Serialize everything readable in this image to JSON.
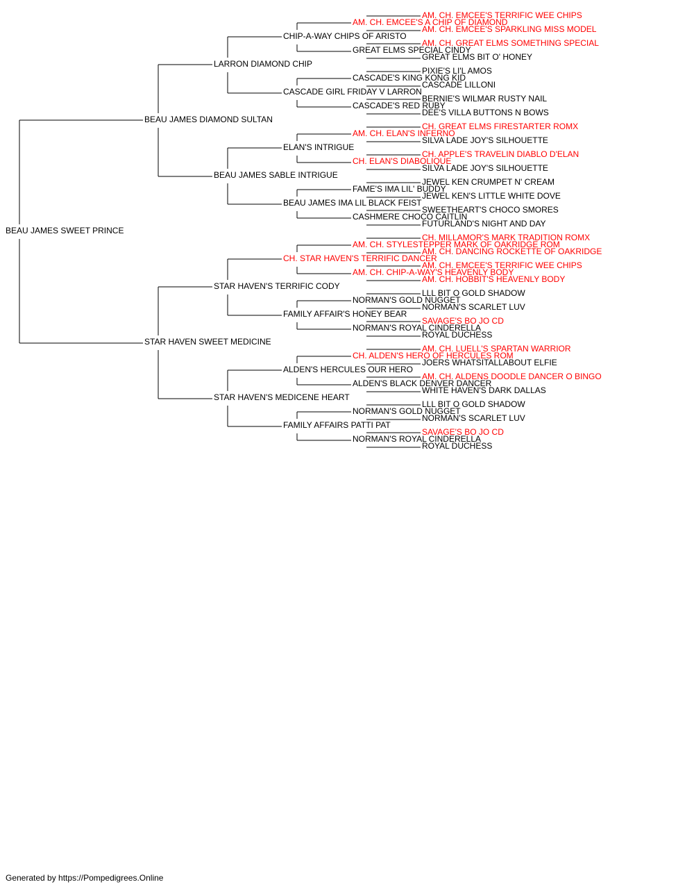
{
  "colors": {
    "champion": "#ff0000",
    "normal": "#000000",
    "line": "#000000"
  },
  "pedigree": {
    "name": "BEAU JAMES SWEET PRINCE",
    "champion": false,
    "sire": {
      "name": "BEAU JAMES DIAMOND SULTAN",
      "champion": false,
      "sire": {
        "name": "LARRON DIAMOND CHIP",
        "champion": false,
        "sire": {
          "name": "CHIP-A-WAY CHIPS OF ARISTO",
          "champion": false,
          "sire": {
            "name": "AM. CH. EMCEE'S A CHIP OF DIAMOND",
            "champion": true,
            "sire": {
              "name": "AM. CH. EMCEE'S TERRIFIC WEE CHIPS",
              "champion": true
            },
            "dam": {
              "name": "AM. CH. EMCEE'S SPARKLING MISS MODEL",
              "champion": true
            }
          },
          "dam": {
            "name": "GREAT ELMS SPECIAL CINDY",
            "champion": false,
            "sire": {
              "name": "AM. CH. GREAT ELMS SOMETHING SPECIAL",
              "champion": true
            },
            "dam": {
              "name": "GREAT ELMS BIT O' HONEY",
              "champion": false
            }
          }
        },
        "dam": {
          "name": "CASCADE GIRL FRIDAY V LARRON",
          "champion": false,
          "sire": {
            "name": "CASCADE'S KING KONG KID",
            "champion": false,
            "sire": {
              "name": "PIXIE'S LI'L AMOS",
              "champion": false
            },
            "dam": {
              "name": "CASCADE LILLONI",
              "champion": false
            }
          },
          "dam": {
            "name": "CASCADE'S RED RUBY",
            "champion": false,
            "sire": {
              "name": "BERNIE'S WILMAR RUSTY NAIL",
              "champion": false
            },
            "dam": {
              "name": "DEE'S VILLA BUTTONS N BOWS",
              "champion": false
            }
          }
        }
      },
      "dam": {
        "name": "BEAU JAMES SABLE INTRIGUE",
        "champion": false,
        "sire": {
          "name": "ELAN'S INTRIGUE",
          "champion": false,
          "sire": {
            "name": "AM. CH. ELAN'S INFERNO",
            "champion": true,
            "sire": {
              "name": "CH. GREAT ELMS FIRESTARTER ROMX",
              "champion": true
            },
            "dam": {
              "name": "SILVA LADE JOY'S SILHOUETTE",
              "champion": false
            }
          },
          "dam": {
            "name": "CH. ELAN'S DIABOLIQUE",
            "champion": true,
            "sire": {
              "name": "CH. APPLE'S TRAVELIN DIABLO D'ELAN",
              "champion": true
            },
            "dam": {
              "name": "SILVA LADE JOY'S SILHOUETTE",
              "champion": false
            }
          }
        },
        "dam": {
          "name": "BEAU JAMES IMA LIL BLACK FEIST",
          "champion": false,
          "sire": {
            "name": "FAME'S IMA LIL' BUDDY",
            "champion": false,
            "sire": {
              "name": "JEWEL KEN CRUMPET N' CREAM",
              "champion": false
            },
            "dam": {
              "name": "JEWEL KEN'S LITTLE WHITE DOVE",
              "champion": false
            }
          },
          "dam": {
            "name": "CASHMERE CHOCO CAITLIN",
            "champion": false,
            "sire": {
              "name": "SWEETHEART'S CHOCO SMORES",
              "champion": false
            },
            "dam": {
              "name": "FUTURLAND'S NIGHT AND DAY",
              "champion": false
            }
          }
        }
      }
    },
    "dam": {
      "name": "STAR HAVEN SWEET MEDICINE",
      "champion": false,
      "sire": {
        "name": "STAR HAVEN'S TERRIFIC CODY",
        "champion": false,
        "sire": {
          "name": "CH. STAR HAVEN'S TERRIFIC DANCER",
          "champion": true,
          "sire": {
            "name": "AM. CH. STYLESTEPPER MARK OF OAKRIDGE ROM",
            "champion": true,
            "sire": {
              "name": "CH. MILLAMOR'S MARK TRADITION ROMX",
              "champion": true
            },
            "dam": {
              "name": "AM. CH. DANCING ROCKETTE OF OAKRIDGE",
              "champion": true
            }
          },
          "dam": {
            "name": "AM. CH. CHIP-A-WAY'S HEAVENLY BODY",
            "champion": true,
            "sire": {
              "name": "AM. CH. EMCEE'S TERRIFIC WEE CHIPS",
              "champion": true
            },
            "dam": {
              "name": "AM. CH. HOBBIT'S HEAVENLY BODY",
              "champion": true
            }
          }
        },
        "dam": {
          "name": "FAMILY AFFAIR'S HONEY BEAR",
          "champion": false,
          "sire": {
            "name": "NORMAN'S GOLD NUGGET",
            "champion": false,
            "sire": {
              "name": "LLL BIT O GOLD SHADOW",
              "champion": false
            },
            "dam": {
              "name": "NORMAN'S SCARLET LUV",
              "champion": false
            }
          },
          "dam": {
            "name": "NORMAN'S ROYAL CINDERELLA",
            "champion": false,
            "sire": {
              "name": "SAVAGE'S BO JO CD",
              "champion": true
            },
            "dam": {
              "name": "ROYAL DUCHESS",
              "champion": false
            }
          }
        }
      },
      "dam": {
        "name": "STAR HAVEN'S MEDICENE HEART",
        "champion": false,
        "sire": {
          "name": "ALDEN'S HERCULES OUR HERO",
          "champion": false,
          "sire": {
            "name": "CH. ALDEN'S HERO OF HERCULES ROM",
            "champion": true,
            "sire": {
              "name": "AM. CH. LUELL'S SPARTAN WARRIOR",
              "champion": true
            },
            "dam": {
              "name": "JOERS WHATSITALLABOUT ELFIE",
              "champion": false
            }
          },
          "dam": {
            "name": "ALDEN'S BLACK DENVER DANCER",
            "champion": false,
            "sire": {
              "name": "AM. CH. ALDENS DOODLE DANCER O BINGO",
              "champion": true
            },
            "dam": {
              "name": "WHITE HAVEN'S DARK DALLAS",
              "champion": false
            }
          }
        },
        "dam": {
          "name": "FAMILY AFFAIRS PATTI PAT",
          "champion": false,
          "sire": {
            "name": "NORMAN'S GOLD NUGGET",
            "champion": false,
            "sire": {
              "name": "LLL BIT O GOLD SHADOW",
              "champion": false
            },
            "dam": {
              "name": "NORMAN'S SCARLET LUV",
              "champion": false
            }
          },
          "dam": {
            "name": "NORMAN'S ROYAL CINDERELLA",
            "champion": false,
            "sire": {
              "name": "SAVAGE'S BO JO CD",
              "champion": true
            },
            "dam": {
              "name": "ROYAL DUCHESS",
              "champion": false
            }
          }
        }
      }
    }
  },
  "footer": {
    "text": "Generated by https://Pompedigrees.Online"
  }
}
